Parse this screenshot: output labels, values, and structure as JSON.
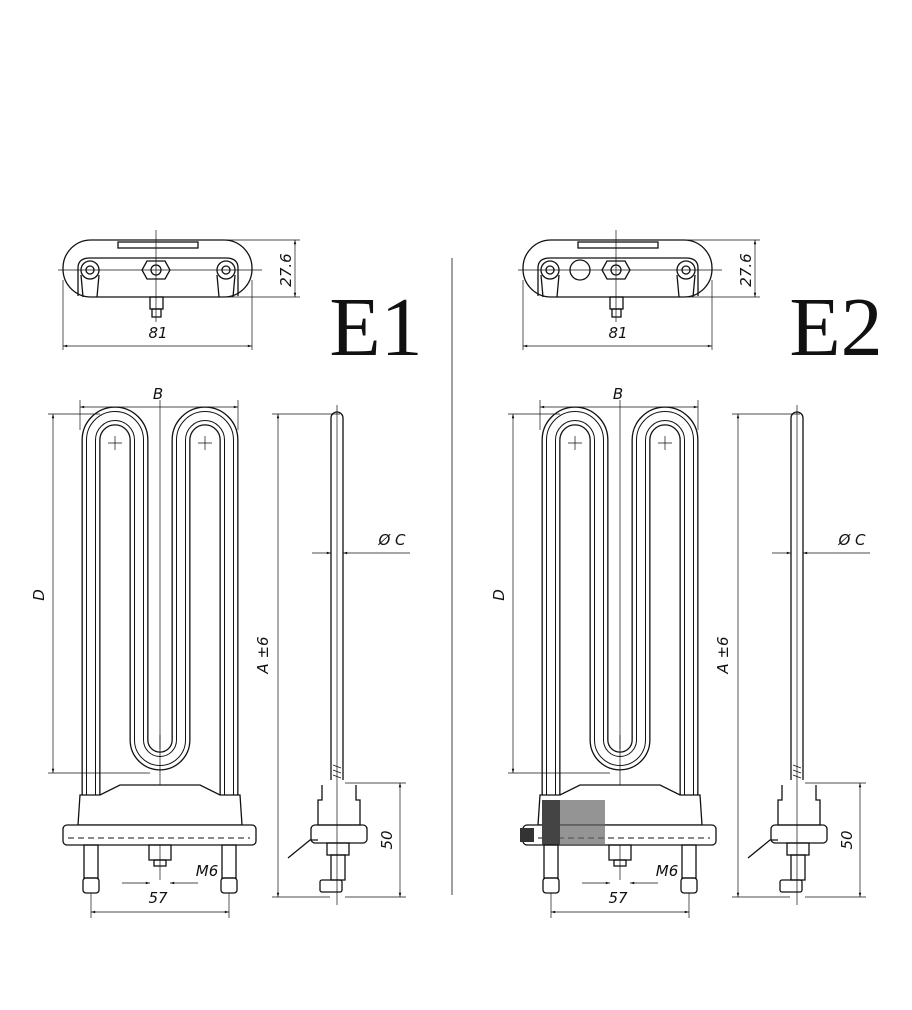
{
  "variants": [
    {
      "label": "E1",
      "width_dim": "81",
      "height_dim": "27.6",
      "b_dim": "B",
      "d_dim": "D",
      "a_dim": "A ±6",
      "c_dim": "Ø C",
      "base_dim": "50",
      "thread": "M6",
      "spacing_dim": "57",
      "has_seal": false
    },
    {
      "label": "E2",
      "width_dim": "81",
      "height_dim": "27.6",
      "b_dim": "B",
      "d_dim": "D",
      "a_dim": "A ±6",
      "c_dim": "Ø C",
      "base_dim": "50",
      "thread": "M6",
      "spacing_dim": "57",
      "has_seal": true
    }
  ]
}
